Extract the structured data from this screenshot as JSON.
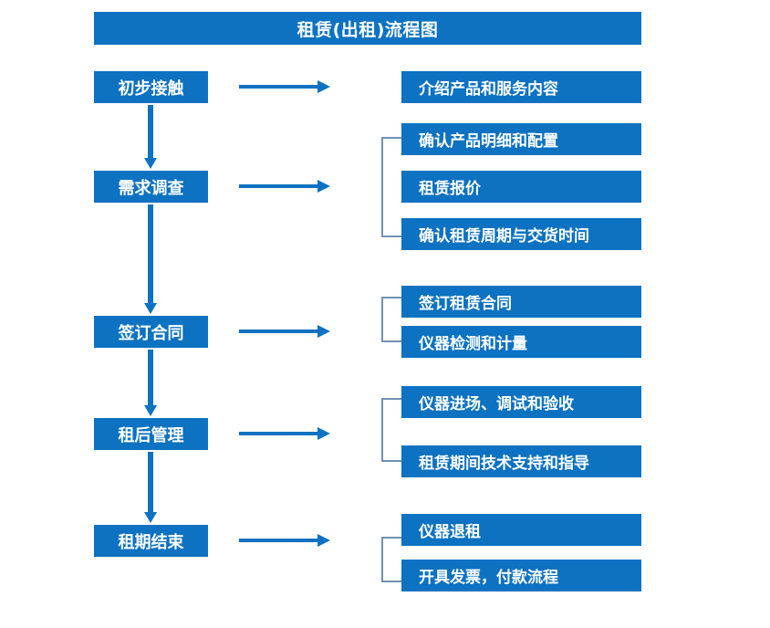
{
  "diagram": {
    "title": "租赁(出租)流程图",
    "colors": {
      "box_blue": "#0C72C1",
      "arrow_blue": "#0C72C1",
      "bracket_gray_blue": "#7190b4",
      "box_text": "#FFFFFF",
      "background": "#FFFFFF"
    },
    "steps": [
      {
        "label": "初步接触"
      },
      {
        "label": "需求调查"
      },
      {
        "label": "签订合同"
      },
      {
        "label": "租后管理"
      },
      {
        "label": "租期结束"
      }
    ],
    "details": [
      {
        "label": "介绍产品和服务内容"
      },
      {
        "label": "确认产品明细和配置"
      },
      {
        "label": "租赁报价"
      },
      {
        "label": "确认租赁周期与交货时间"
      },
      {
        "label": "签订租赁合同"
      },
      {
        "label": "仪器检测和计量"
      },
      {
        "label": "仪器进场、调试和验收"
      },
      {
        "label": "租赁期间技术支持和指导"
      },
      {
        "label": "仪器退租"
      },
      {
        "label": "开具发票，付款流程"
      }
    ],
    "connectors": {
      "horizontal_arrow_count": 5,
      "vertical_arrow_count": 4,
      "bracket_count": 4
    }
  }
}
